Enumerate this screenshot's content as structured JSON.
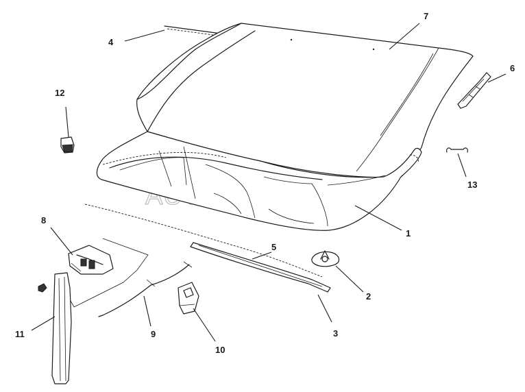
{
  "watermark": "AUTOPITER.RU",
  "callouts": [
    {
      "id": "1",
      "part": "hood-inner-panel"
    },
    {
      "id": "2",
      "part": "hood-bumper-stop"
    },
    {
      "id": "3",
      "part": "hood-seal-rear"
    },
    {
      "id": "4",
      "part": "hood-front-seal"
    },
    {
      "id": "5",
      "part": "hood-seal-strip"
    },
    {
      "id": "6",
      "part": "hood-hinge-bracket"
    },
    {
      "id": "7",
      "part": "hood-outer-panel"
    },
    {
      "id": "8",
      "part": "hood-latch"
    },
    {
      "id": "9",
      "part": "hood-release-cable"
    },
    {
      "id": "10",
      "part": "release-handle"
    },
    {
      "id": "11",
      "part": "hood-prop-rod"
    },
    {
      "id": "12",
      "part": "rubber-bumper"
    },
    {
      "id": "13",
      "part": "clip"
    }
  ]
}
